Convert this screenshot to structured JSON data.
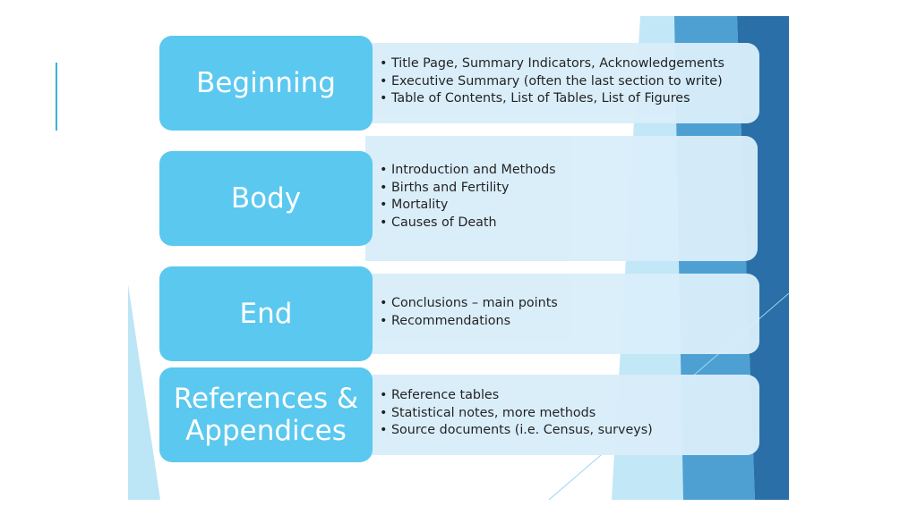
{
  "sections": [
    {
      "label": "Beginning",
      "items": [
        "Title Page, Summary Indicators, Acknowledgements",
        "Executive Summary (often the last section to write)",
        "Table of Contents, List of Tables, List of Figures"
      ]
    },
    {
      "label": "Body",
      "items": [
        "Introduction and Methods",
        "Births and Fertility",
        "Mortality",
        "Causes of Death"
      ]
    },
    {
      "label": "End",
      "items": [
        "Conclusions – main points",
        "Recommendations"
      ]
    },
    {
      "label_lines": [
        "References &",
        "Appendices"
      ],
      "items": [
        "Reference tables",
        "Statistical notes, more methods",
        "Source documents (i.e. Census, surveys)"
      ]
    }
  ],
  "colors": {
    "label_box": "#5bc8ef",
    "content_box": "#d9eefa",
    "accent": "#3bb3d6",
    "deco_dark": "#2a6fa8",
    "deco_light": "#8fd3f0"
  }
}
